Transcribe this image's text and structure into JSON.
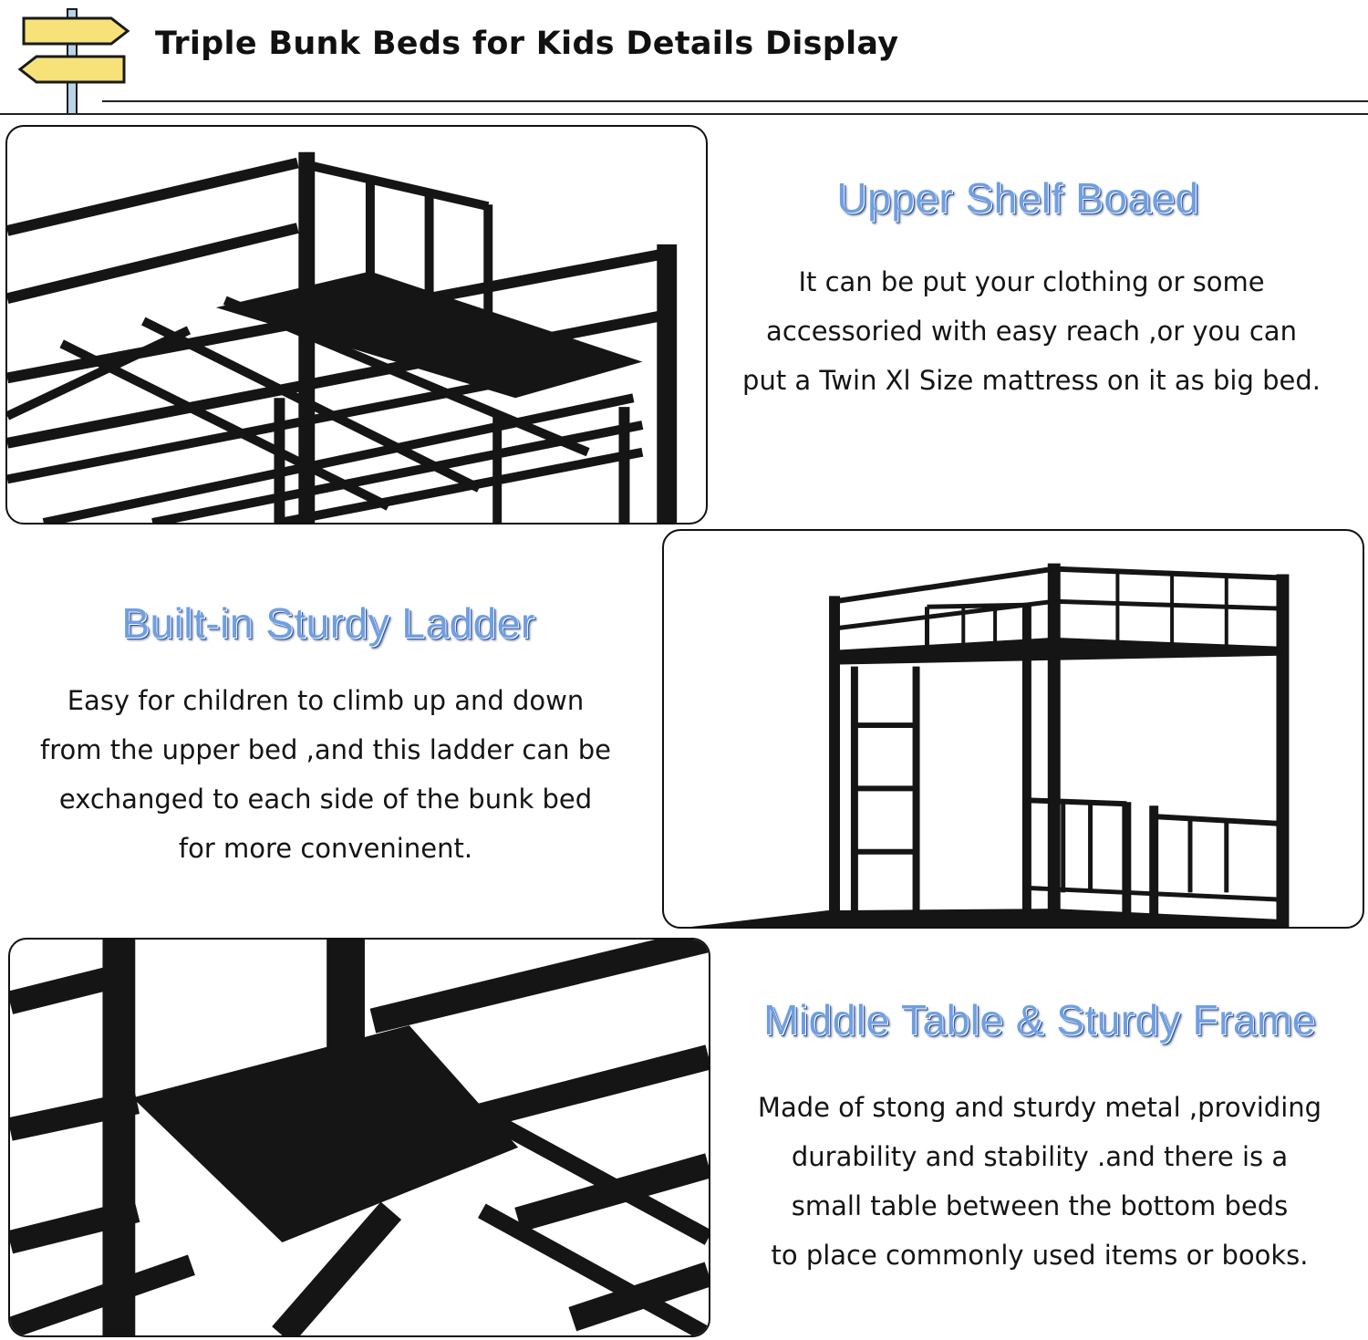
{
  "header": {
    "title": "Triple Bunk Beds for Kids Details Display",
    "icon": "signpost-icon",
    "icon_colors": {
      "sign": "#f7e27a",
      "sign_outline": "#1a1a1a",
      "post": "#b9d3ea"
    }
  },
  "features": [
    {
      "title": "Upper Shelf Boaed",
      "lines": [
        "It can be put your clothing or some",
        "accessoried with easy reach ,or you can",
        "put a Twin Xl Size mattress on it as big bed."
      ]
    },
    {
      "title": "Built-in Sturdy Ladder",
      "lines": [
        "Easy for children to climb up and down",
        "from the upper bed ,and this ladder can be",
        "exchanged to each side of the bunk bed",
        "for more conveninent."
      ]
    },
    {
      "title": "Middle Table & Sturdy Frame",
      "lines": [
        "Made of stong and sturdy metal ,providing",
        "durability and stability .and there is a",
        "small table between the bottom beds",
        " to place commonly used items or books."
      ]
    }
  ],
  "colors": {
    "title_blue": "#6f9fe2",
    "title_shadow": "#2d56a0",
    "frame_black": "#151515",
    "text": "#141414"
  }
}
